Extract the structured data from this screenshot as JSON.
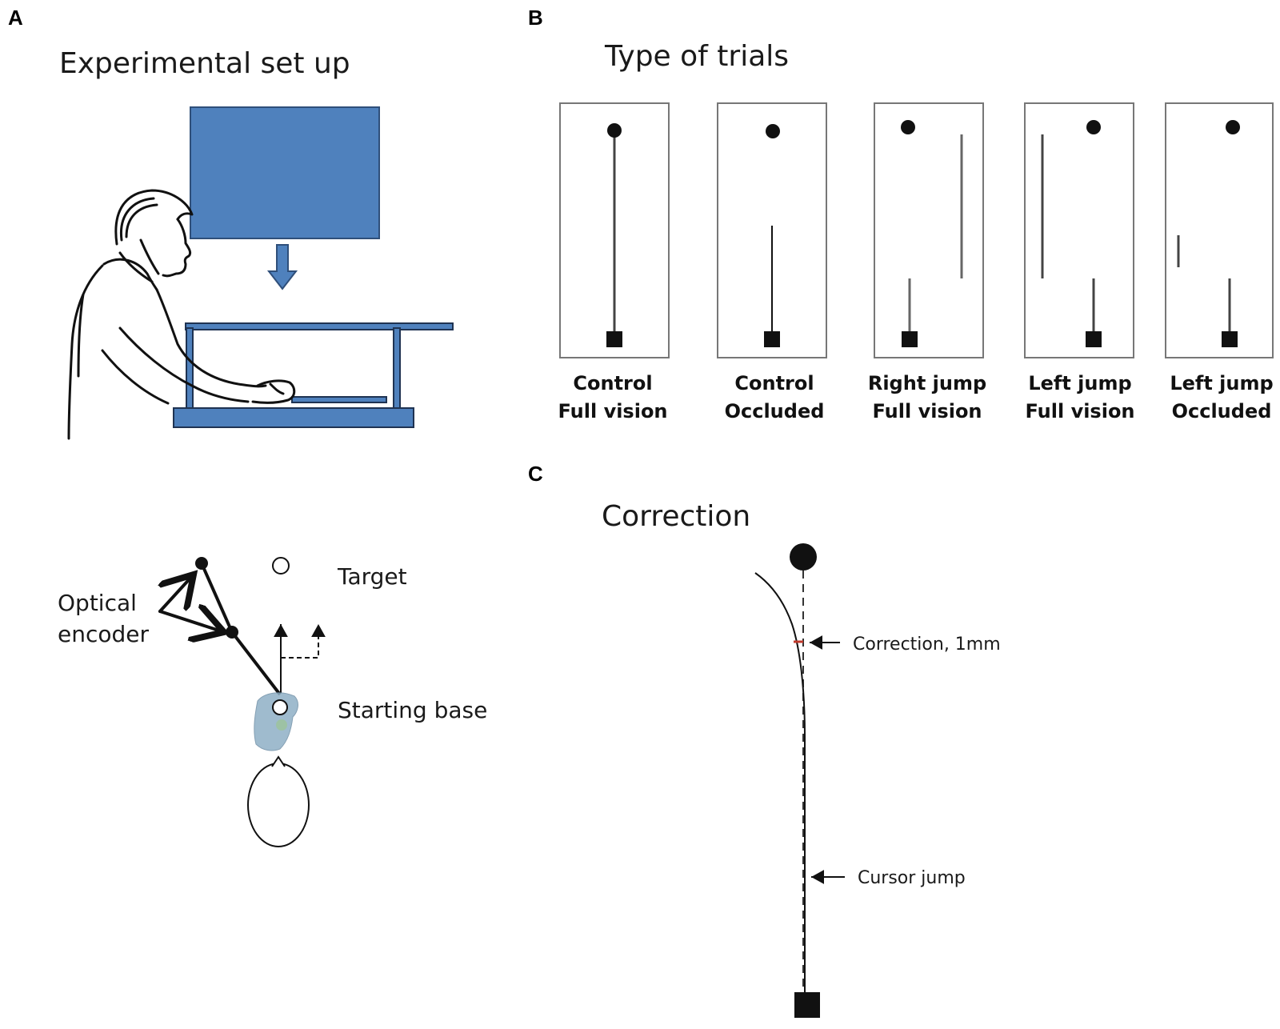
{
  "panels": {
    "a": {
      "letter": "A",
      "title": "Experimental set up",
      "labels": {
        "optical_encoder_line1": "Optical",
        "optical_encoder_line2": "encoder",
        "target": "Target",
        "starting_base": "Starting base"
      }
    },
    "b": {
      "letter": "B",
      "title": "Type of trials",
      "trials": [
        {
          "line1": "Control",
          "line2": "Full vision"
        },
        {
          "line1": "Control",
          "line2": "Occluded"
        },
        {
          "line1": "Right jump",
          "line2": "Full vision"
        },
        {
          "line1": "Left jump",
          "line2": "Full vision"
        },
        {
          "line1": "Left jump",
          "line2": "Occluded"
        }
      ]
    },
    "c": {
      "letter": "C",
      "title": "Correction",
      "labels": {
        "correction": "Correction, 1mm",
        "cursor_jump": "Cursor jump"
      }
    }
  },
  "colors": {
    "screen_blue": "#4f81bd",
    "screen_blue_dark": "#2f4f7a",
    "base_blue": "#8fb0c6",
    "correction_red": "#c0392b"
  }
}
